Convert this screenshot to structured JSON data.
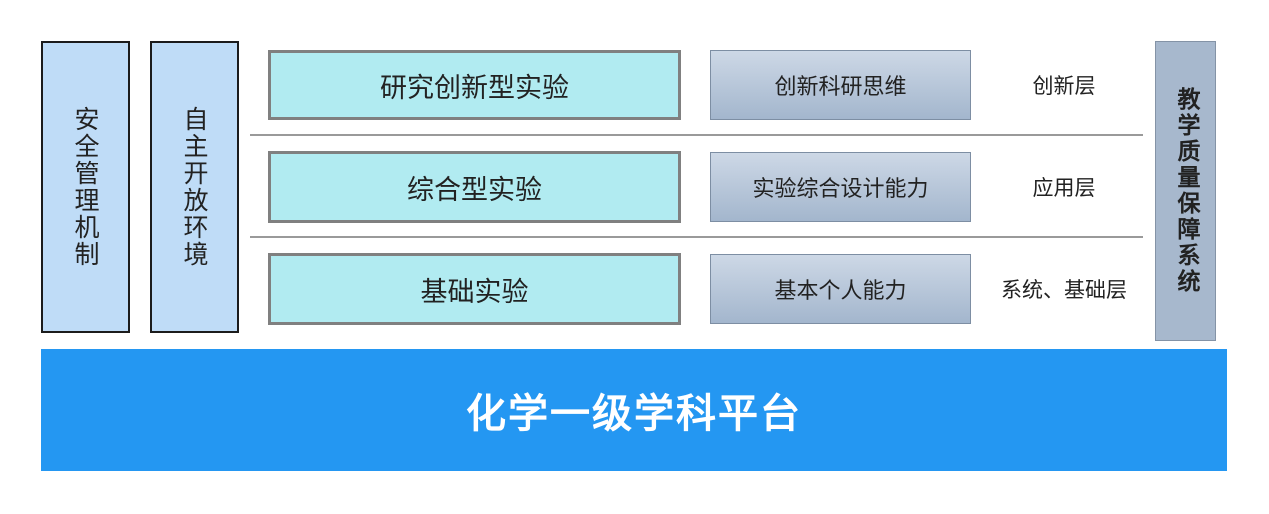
{
  "left_columns": [
    {
      "label": "安全管理机制"
    },
    {
      "label": "自主开放环境"
    }
  ],
  "rows": [
    {
      "experiment": "研究创新型实验",
      "ability": "创新科研思维",
      "layer": "创新层"
    },
    {
      "experiment": "综合型实验",
      "ability": "实验综合设计能力",
      "layer": "应用层"
    },
    {
      "experiment": "基础实验",
      "ability": "基本个人能力",
      "layer": "系统、基础层"
    }
  ],
  "quality_system": {
    "label": "教学质量保障系统"
  },
  "platform": {
    "label": "化学一级学科平台"
  },
  "colors": {
    "side_column_fill": "#bfdcf7",
    "experiment_fill": "#b1ebf1",
    "ability_fill": "#a9bbd1",
    "quality_fill": "#a7b8cd",
    "platform_fill": "#2497f2"
  }
}
